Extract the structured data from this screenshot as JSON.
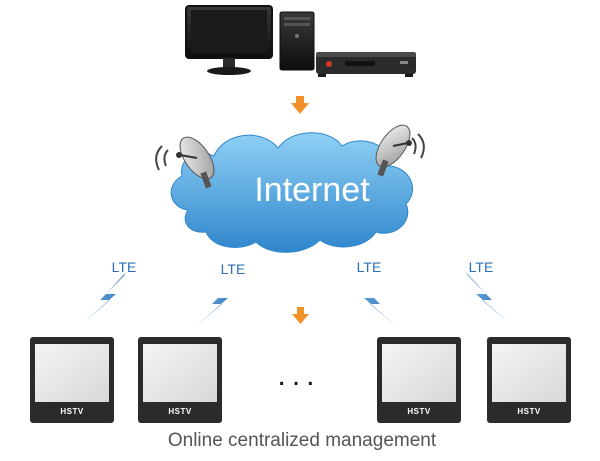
{
  "diagram": {
    "cloud_label": "Internet",
    "link_labels": [
      "LTE",
      "LTE",
      "LTE",
      "LTE"
    ],
    "device_brand": "HSTV",
    "ellipsis": "...",
    "caption": "Online centralized management"
  },
  "icons": {
    "server": "desktop-computer-icon",
    "set_top_box": "media-box-icon",
    "arrow": "down-arrow-icon",
    "dish": "satellite-dish-icon",
    "lightning": "wireless-lightning-icon",
    "display": "digital-signage-icon"
  },
  "colors": {
    "cloud": "#4a9ad8",
    "arrow": "#f0912a",
    "lightning": "#2a6fb7",
    "frame": "#2b2b2b"
  }
}
